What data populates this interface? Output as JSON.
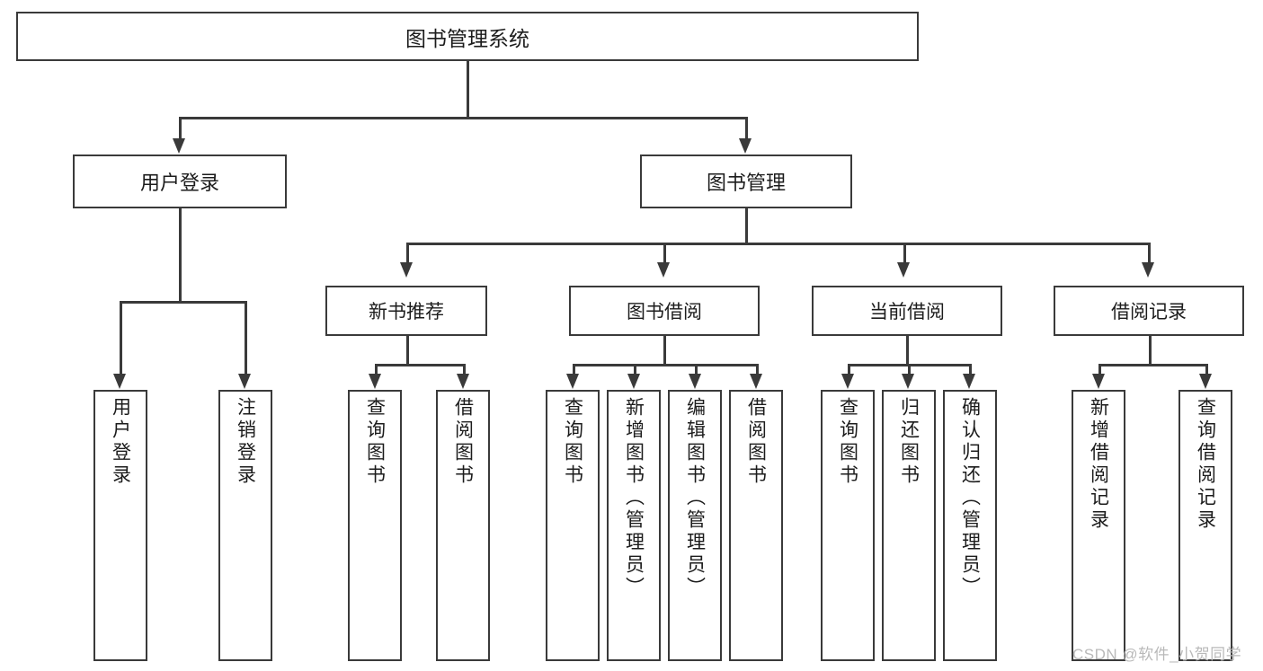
{
  "diagram": {
    "title": "图书管理系统",
    "type": "tree-hierarchy-chart",
    "colors": {
      "stroke": "#3a3a3a",
      "fill": "#ffffff",
      "text": "#1c1c1c",
      "watermark": "#b9b9b9"
    },
    "root": {
      "label": "图书管理系统"
    },
    "level1": [
      {
        "label": "用户登录"
      },
      {
        "label": "图书管理"
      }
    ],
    "level2": [
      {
        "label": "新书推荐"
      },
      {
        "label": "图书借阅"
      },
      {
        "label": "当前借阅"
      },
      {
        "label": "借阅记录"
      }
    ],
    "leaves": {
      "user_login": [
        {
          "label": "用户登录"
        },
        {
          "label": "注销登录"
        }
      ],
      "new_book_recommend": [
        {
          "label": "查询图书"
        },
        {
          "label": "借阅图书"
        }
      ],
      "book_borrow": [
        {
          "label": "查询图书"
        },
        {
          "label": "新增图书（管理员）"
        },
        {
          "label": "编辑图书（管理员）"
        },
        {
          "label": "借阅图书"
        }
      ],
      "current_borrow": [
        {
          "label": "查询图书"
        },
        {
          "label": "归还图书"
        },
        {
          "label": "确认归还（管理员）"
        }
      ],
      "borrow_record": [
        {
          "label": "新增借阅记录"
        },
        {
          "label": "查询借阅记录"
        }
      ]
    }
  },
  "watermark": {
    "text": "CSDN @软件_小贺同学"
  }
}
